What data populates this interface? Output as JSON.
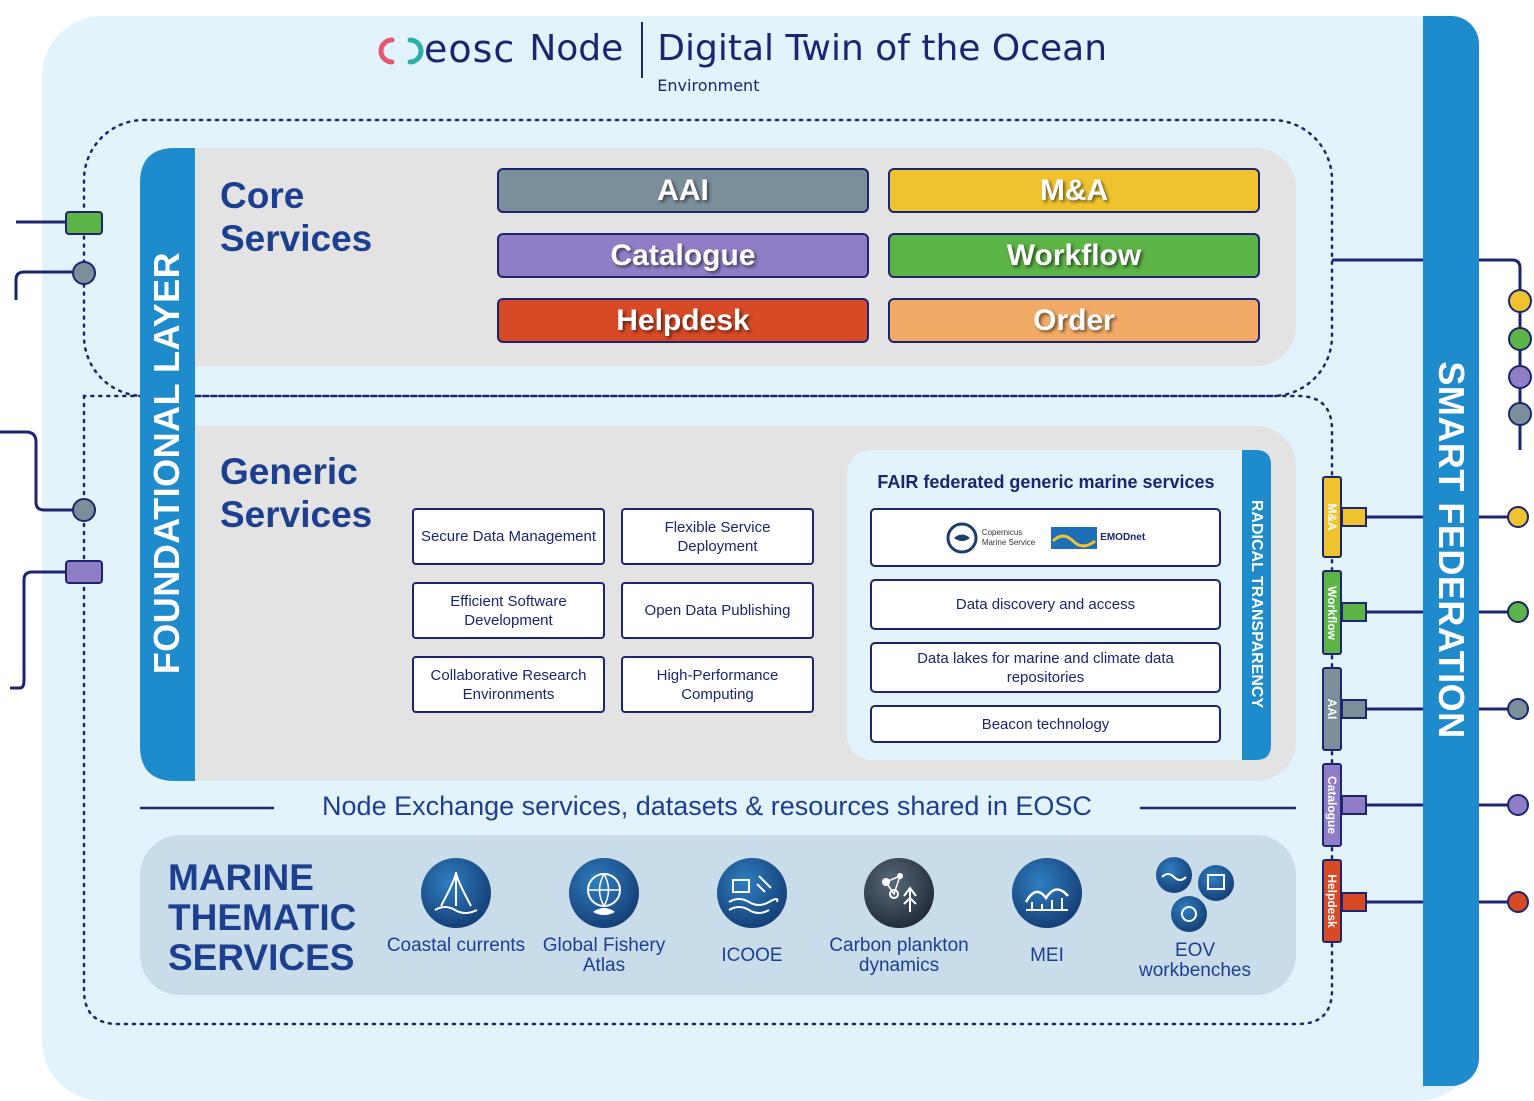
{
  "header": {
    "brand": "eosc",
    "node": "Node",
    "title": "Digital Twin of the Ocean",
    "subtitle": "Environment"
  },
  "foundational_layer": "FOUNDATIONAL LAYER",
  "smart_federation": "SMART FEDERATION",
  "core": {
    "title_line1": "Core",
    "title_line2": "Services",
    "buttons": [
      {
        "label": "AAI",
        "color": "#7a8f9a"
      },
      {
        "label": "M&A",
        "color": "#efc32f"
      },
      {
        "label": "Catalogue",
        "color": "#8f7ec6"
      },
      {
        "label": "Workflow",
        "color": "#5cb346"
      },
      {
        "label": "Helpdesk",
        "color": "#d84a26"
      },
      {
        "label": "Order",
        "color": "#f2ab66"
      }
    ]
  },
  "generic": {
    "title_line1": "Generic",
    "title_line2": "Services",
    "boxes": [
      "Secure Data Management",
      "Flexible Service Deployment",
      "Efficient Software Development",
      "Open Data Publishing",
      "Collaborative Research Environments",
      "High-Performance Computing"
    ]
  },
  "fair": {
    "title": "FAIR federated generic marine services",
    "logos": {
      "copernicus_line1": "Copernicus",
      "copernicus_line2": "Marine Service",
      "emodnet": "EMODnet"
    },
    "items": [
      "Data discovery and access",
      "Data lakes for marine and climate data repositories",
      "Beacon technology"
    ],
    "side_label": "RADICAL TRANSPARENCY"
  },
  "exchange": "Node Exchange services, datasets & resources shared in EOSC",
  "marine": {
    "title_line1": "MARINE",
    "title_line2": "THEMATIC",
    "title_line3": "SERVICES",
    "items": [
      "Coastal currents",
      "Global Fishery Atlas",
      "ICOOE",
      "Carbon plankton dynamics",
      "MEI",
      "EOV workbenches"
    ]
  },
  "federation_tabs": [
    {
      "label": "M&A",
      "color": "#efc32f"
    },
    {
      "label": "Workflow",
      "color": "#5cb346"
    },
    {
      "label": "AAI",
      "color": "#7a8f9a"
    },
    {
      "label": "Catalogue",
      "color": "#8f7ec6"
    },
    {
      "label": "Helpdesk",
      "color": "#d84a26"
    }
  ],
  "colors": {
    "background": "#e3f3fc",
    "bar_blue": "#1e8bcd",
    "navy": "#1d2470",
    "panel_grey": "#e3e3e3",
    "marine_panel": "#c8dcea"
  }
}
